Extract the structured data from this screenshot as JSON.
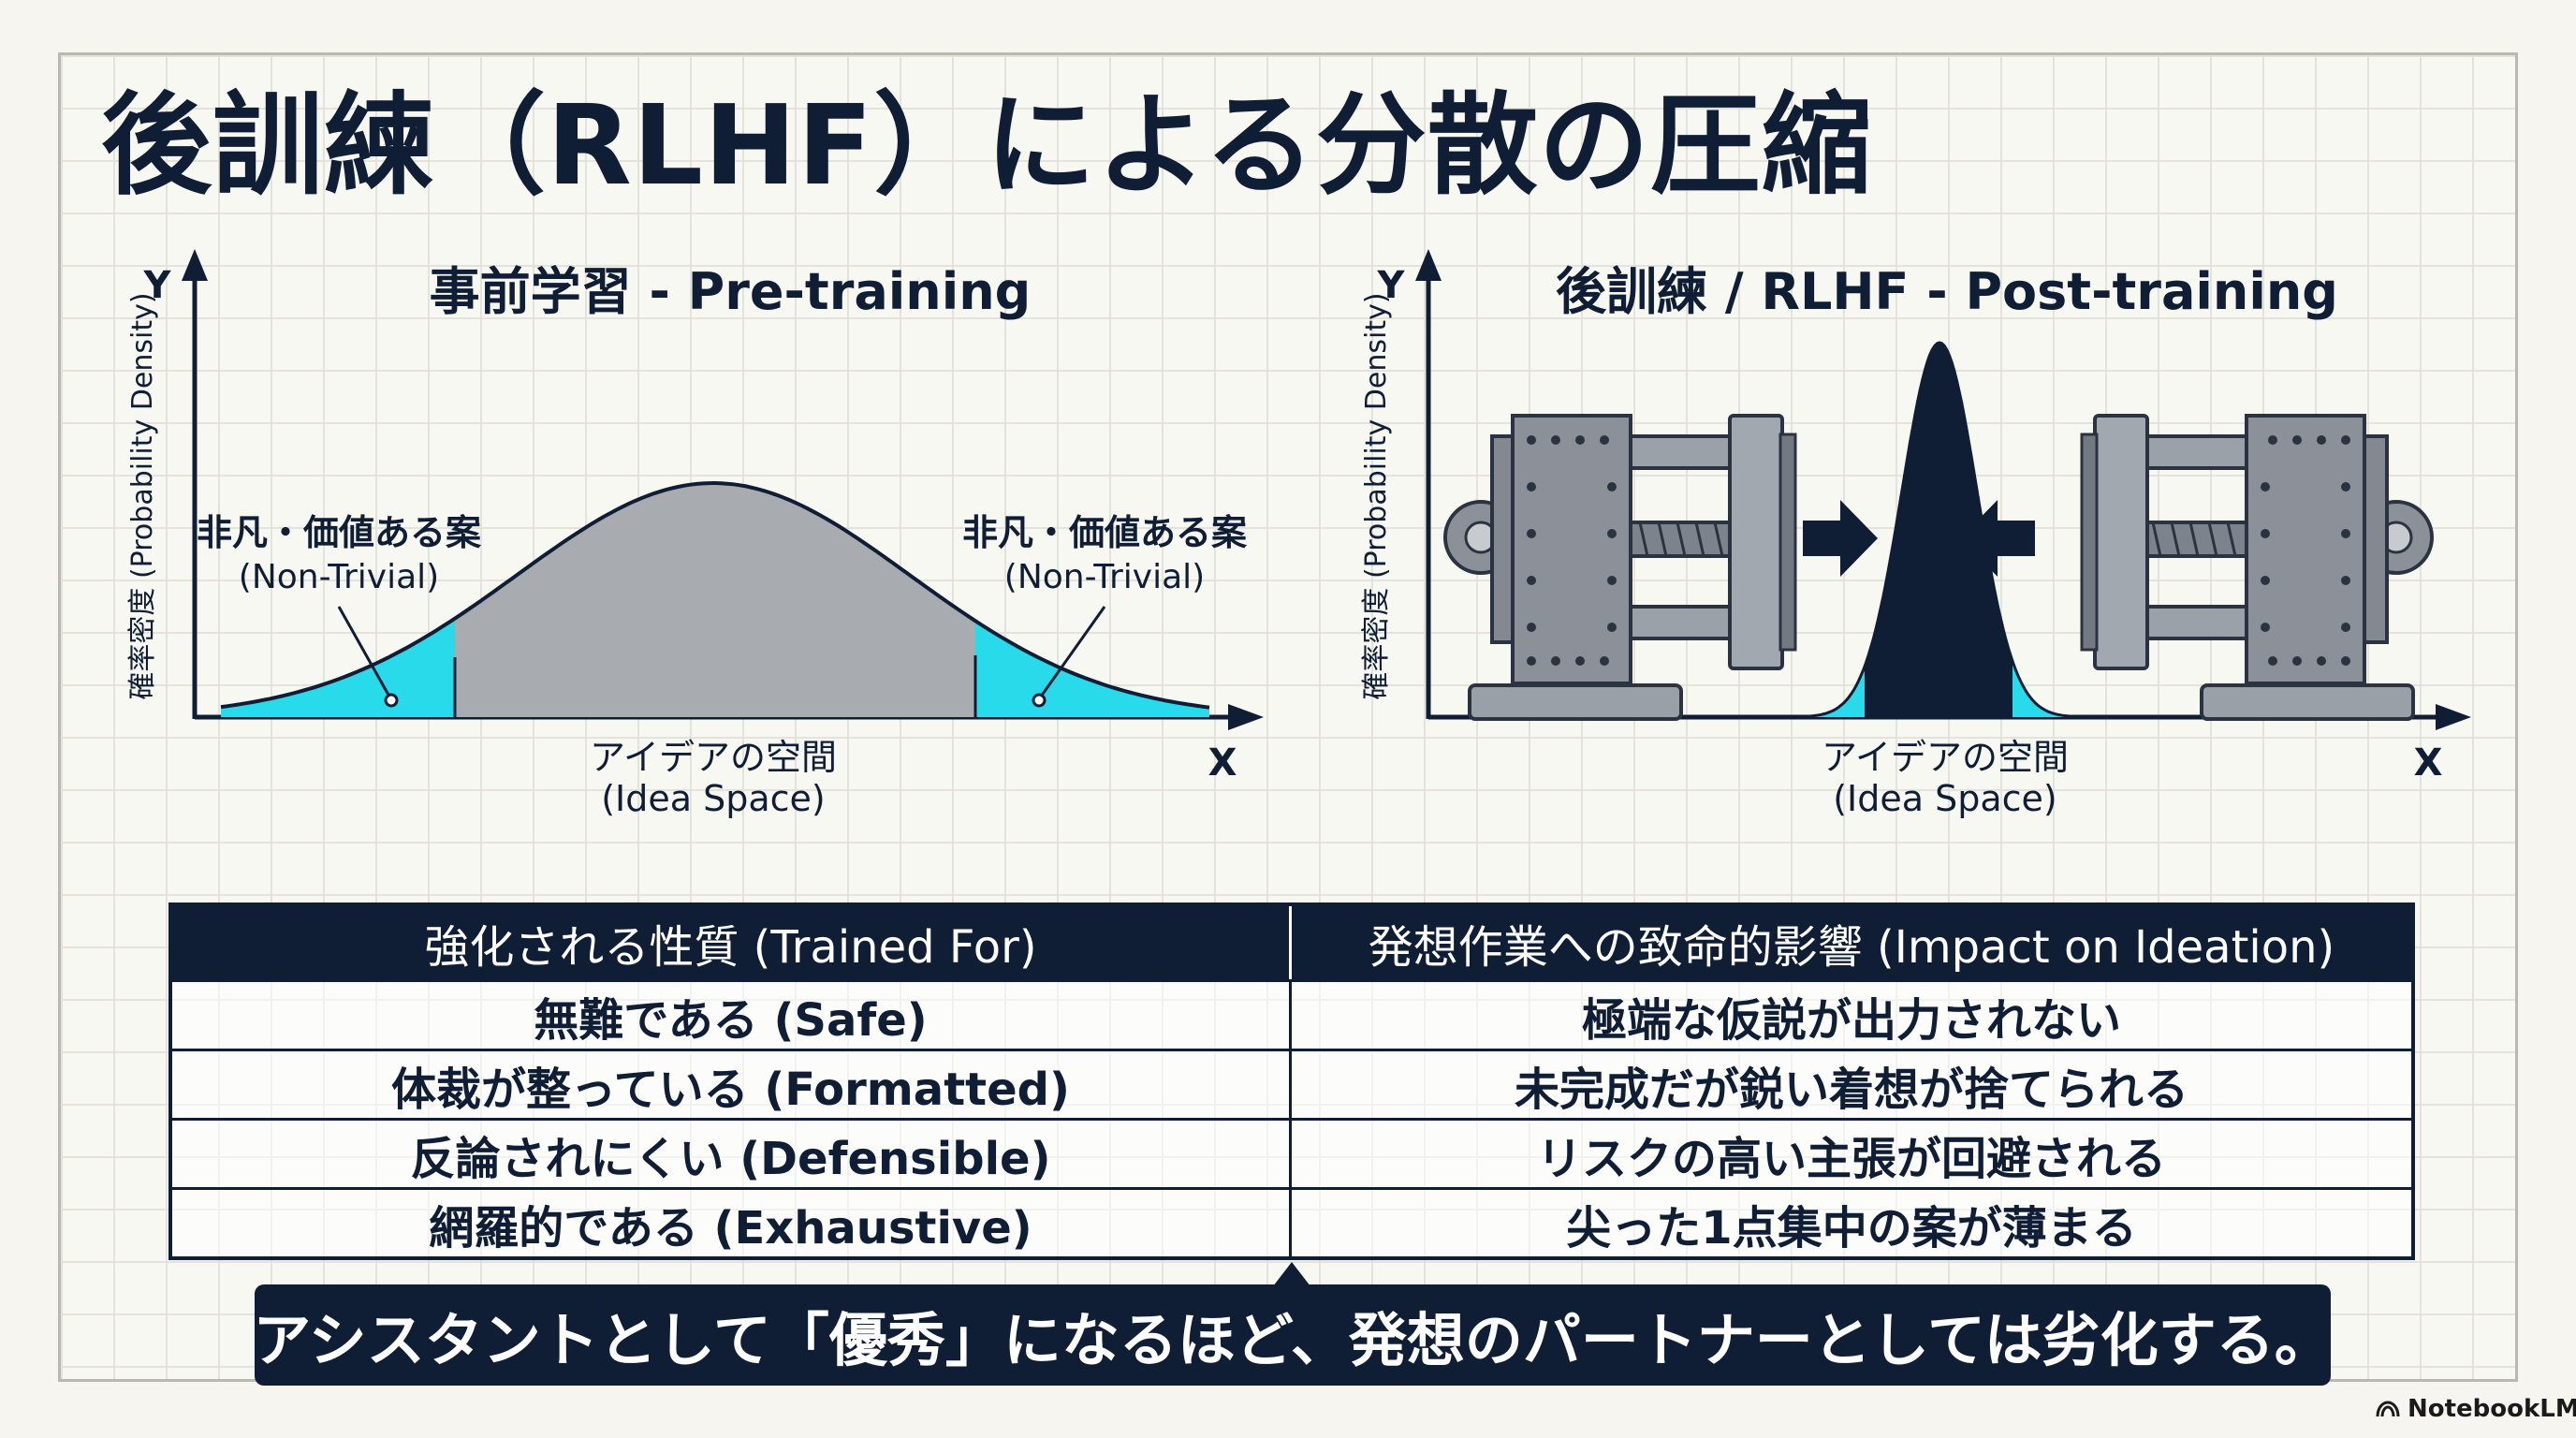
{
  "title": "後訓練（RLHF）による分散の圧縮",
  "colors": {
    "navy": "#0f1d35",
    "cyan": "#29dbea",
    "gray_fill": "#a8abb0",
    "metal": "#8c9199"
  },
  "left_chart": {
    "title": "事前学習 - Pre-training",
    "y_axis": "Y",
    "x_axis": "X",
    "y_label": "確率密度 (Probability Density)",
    "x_label_jp": "アイデアの空間",
    "x_label_en": "(Idea Space)",
    "left_annotation_jp": "非凡・価値ある案",
    "left_annotation_en": "(Non-Trivial)",
    "right_annotation_jp": "非凡・価値ある案",
    "right_annotation_en": "(Non-Trivial)"
  },
  "right_chart": {
    "title": "後訓練 / RLHF - Post-training",
    "y_axis": "Y",
    "x_axis": "X",
    "y_label": "確率密度 (Probability Density)",
    "x_label_jp": "アイデアの空間",
    "x_label_en": "(Idea Space)"
  },
  "table": {
    "headers": [
      "強化される性質 (Trained For)",
      "発想作業への致命的影響 (Impact on Ideation)"
    ],
    "rows": [
      [
        "無難である (Safe)",
        "極端な仮説が出力されない"
      ],
      [
        "体裁が整っている (Formatted)",
        "未完成だが鋭い着想が捨てられる"
      ],
      [
        "反論されにくい (Defensible)",
        "リスクの高い主張が回避される"
      ],
      [
        "網羅的である (Exhaustive)",
        "尖った1点集中の案が薄まる"
      ]
    ]
  },
  "banner": "アシスタントとして「優秀」になるほど、発想のパートナーとしては劣化する。",
  "logo": "NotebookLM"
}
